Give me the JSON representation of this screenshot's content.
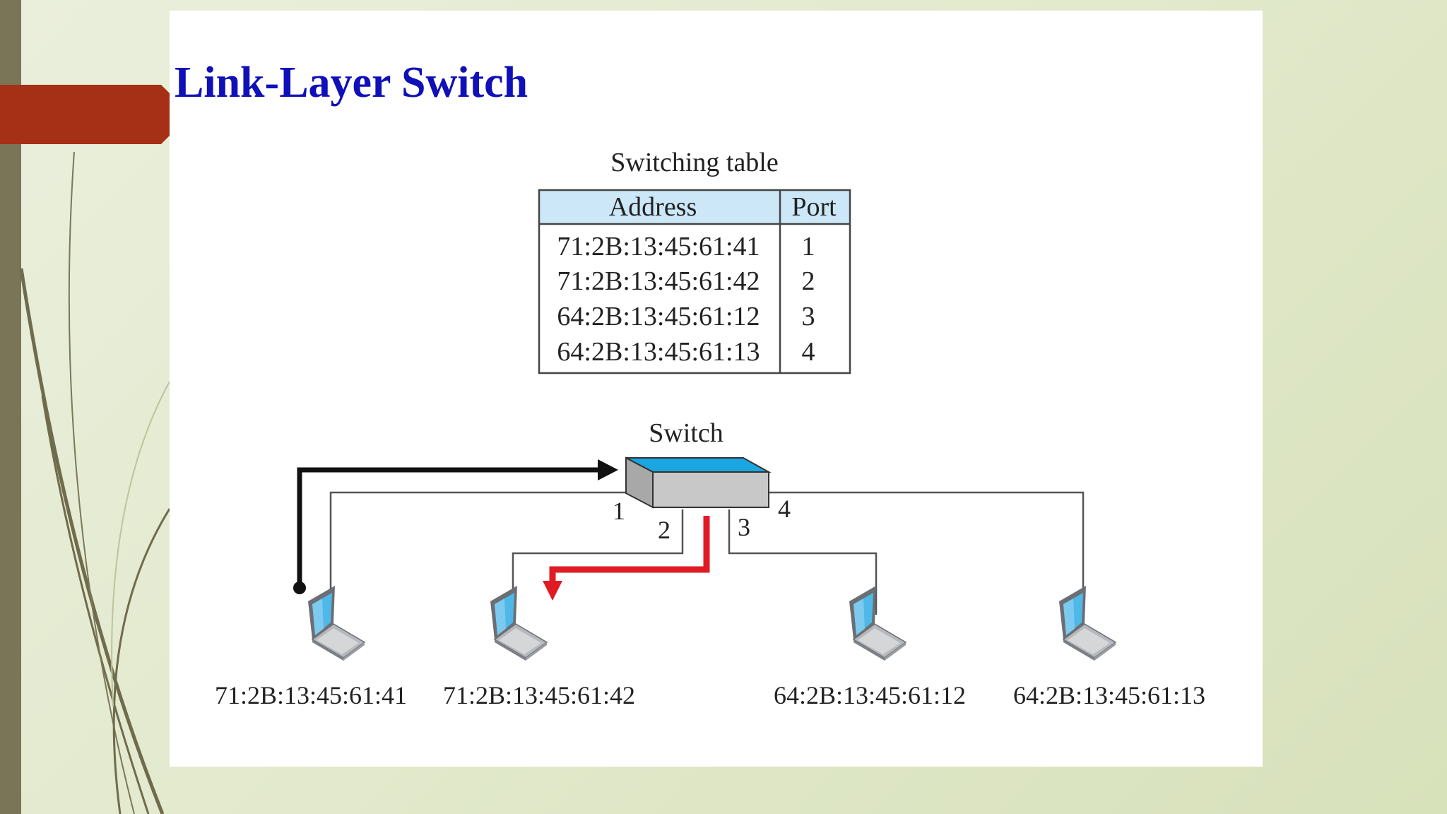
{
  "title": "Link-Layer Switch",
  "table": {
    "caption": "Switching table",
    "headers": {
      "address": "Address",
      "port": "Port"
    },
    "rows": [
      {
        "address": "71:2B:13:45:61:41",
        "port": "1"
      },
      {
        "address": "71:2B:13:45:61:42",
        "port": "2"
      },
      {
        "address": "64:2B:13:45:61:12",
        "port": "3"
      },
      {
        "address": "64:2B:13:45:61:13",
        "port": "4"
      }
    ]
  },
  "switch_label": "Switch",
  "port_labels": [
    "1",
    "2",
    "3",
    "4"
  ],
  "hosts": [
    {
      "address": "71:2B:13:45:61:41"
    },
    {
      "address": "71:2B:13:45:61:42"
    },
    {
      "address": "64:2B:13:45:61:12"
    },
    {
      "address": "64:2B:13:45:61:13"
    }
  ],
  "colors": {
    "title": "#1010b8",
    "header_fill": "#cce8f8",
    "switch_top": "#1aa6e0",
    "switch_body": "#c8c8c8",
    "incoming_arrow": "#111111",
    "outgoing_arrow": "#e01b24",
    "accent_tab": "#a53015"
  }
}
